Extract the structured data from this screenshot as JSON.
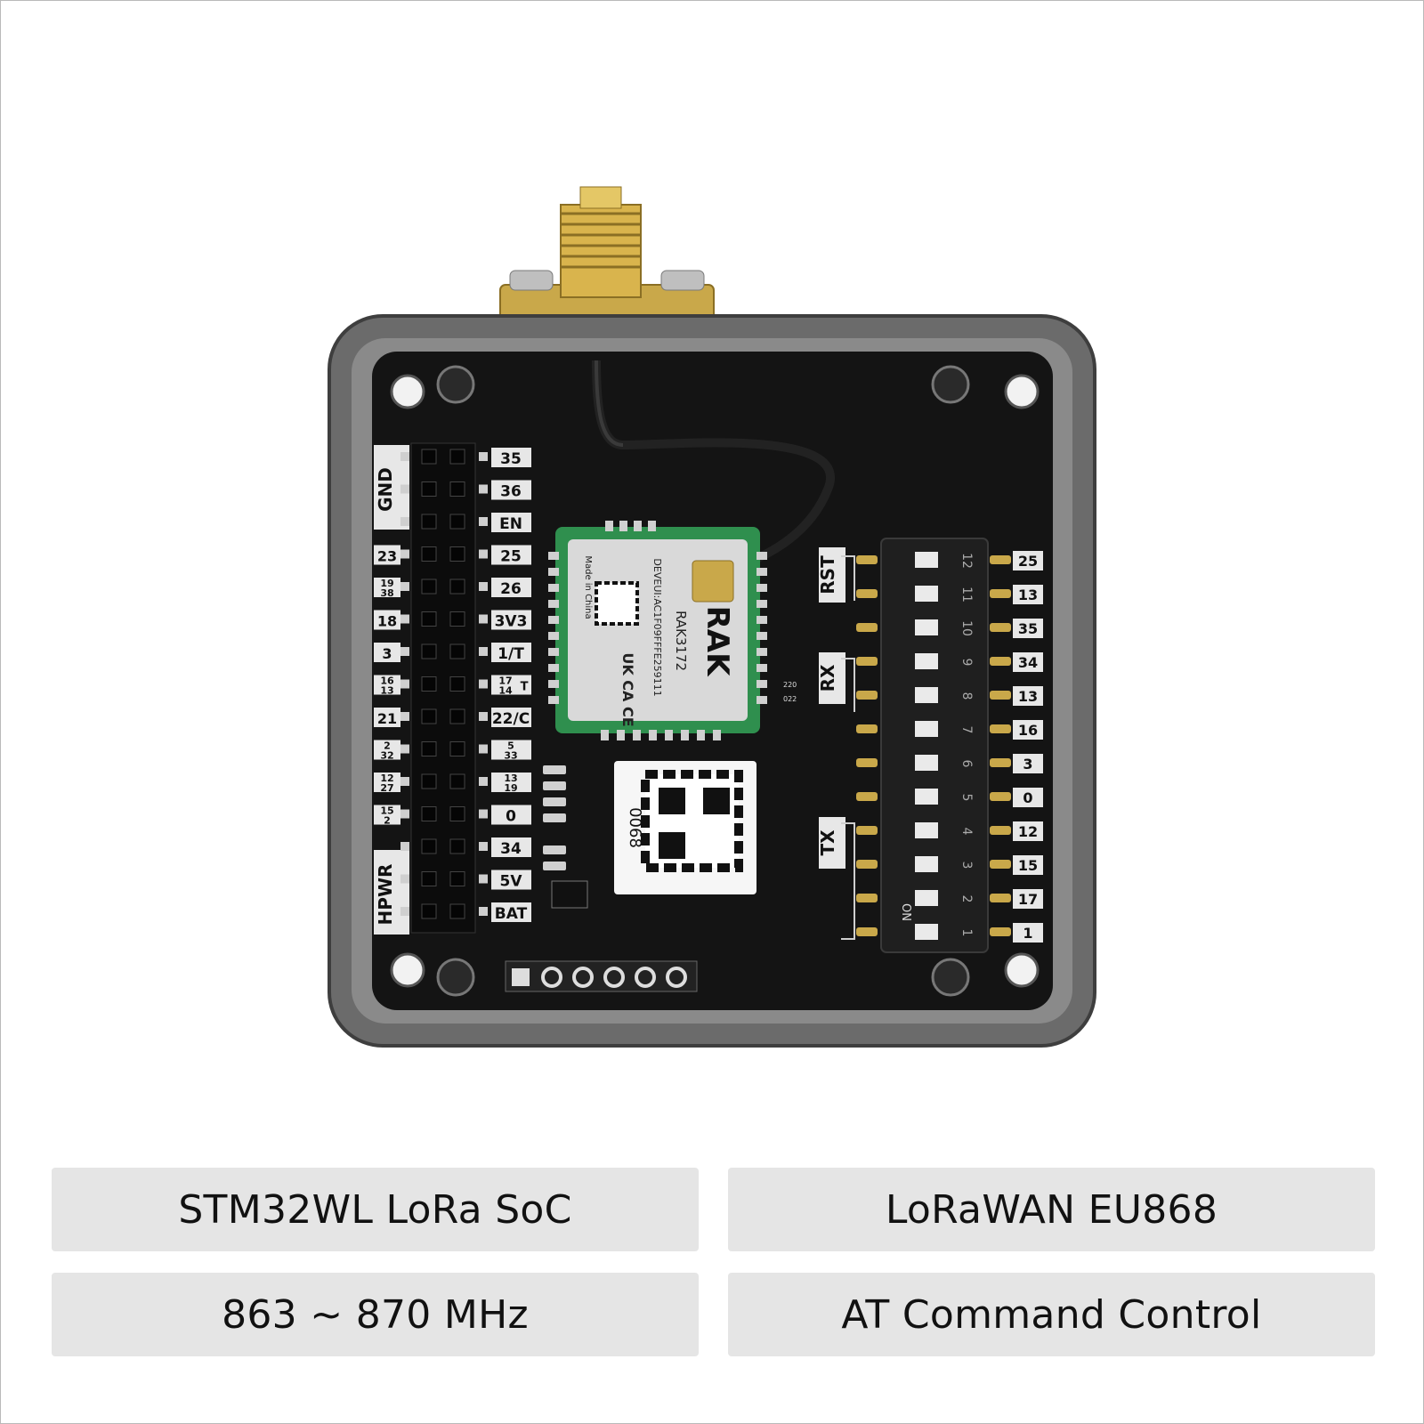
{
  "features": [
    {
      "label": "STM32WL LoRa SoC"
    },
    {
      "label": "LoRaWAN EU868"
    },
    {
      "label": "863 ~ 870 MHz"
    },
    {
      "label": "AT Command Control"
    }
  ],
  "board": {
    "left_labels": [
      "GND",
      "HPWR"
    ],
    "right_header_labels": [
      "35",
      "36",
      "EN",
      "25",
      "26",
      "3V3",
      "1/T",
      "17",
      "14",
      "T",
      "22/C",
      "5",
      "33",
      "13",
      "19",
      "0",
      "34",
      "5V",
      "BAT"
    ],
    "left_header_labels": [
      "23",
      "19",
      "38",
      "18",
      "3",
      "16",
      "13",
      "21",
      "2",
      "32",
      "12",
      "27",
      "15",
      "2"
    ],
    "switch_group_labels": [
      "RST",
      "RX",
      "TX"
    ],
    "switch_numbers": [
      "12",
      "11",
      "10",
      "9",
      "8",
      "7",
      "6",
      "5",
      "4",
      "3",
      "2",
      "1"
    ],
    "switch_on_label": "ON",
    "switch_pin_labels": [
      "25",
      "13",
      "35",
      "34",
      "13",
      "16",
      "3",
      "0",
      "12",
      "15",
      "17",
      "1"
    ],
    "module": {
      "brand": "RAK",
      "model": "RAK3172",
      "deveui": "DEVEUI:AC1F09FFFE259111",
      "made_in": "Made in China",
      "marks": "UK CA CE"
    },
    "qr_label": "0068",
    "resistors": [
      "220",
      "022"
    ]
  }
}
